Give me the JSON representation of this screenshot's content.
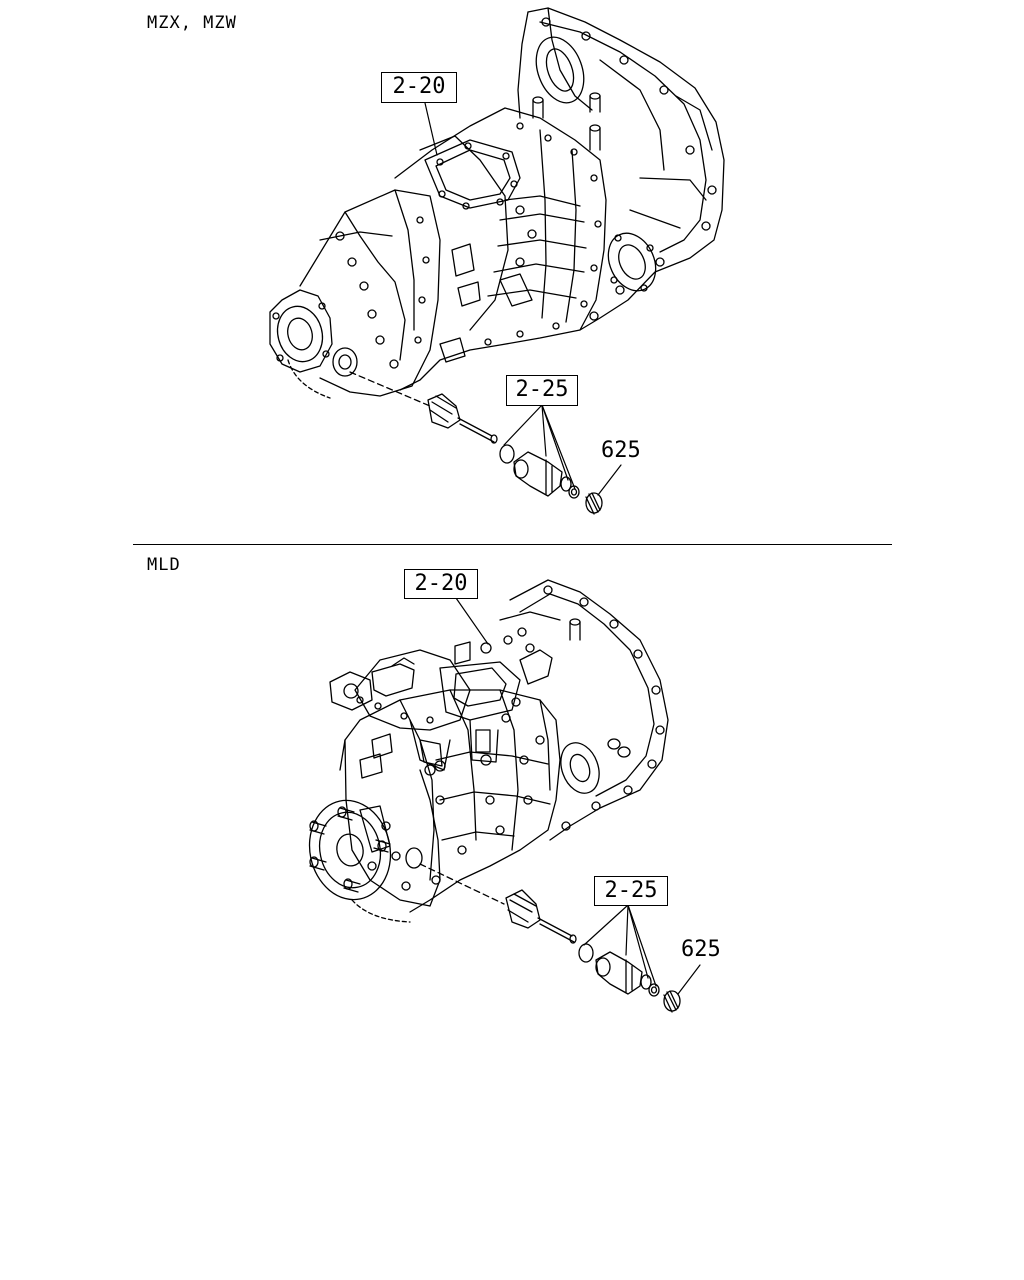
{
  "sections": [
    {
      "model_label": "MZX, MZW",
      "callouts": {
        "gearbox_ref": "2-20",
        "speedo_ref": "2-25",
        "plug_ref": "625"
      }
    },
    {
      "model_label": "MLD",
      "callouts": {
        "gearbox_ref": "2-20",
        "speedo_ref": "2-25",
        "plug_ref": "625"
      }
    }
  ]
}
